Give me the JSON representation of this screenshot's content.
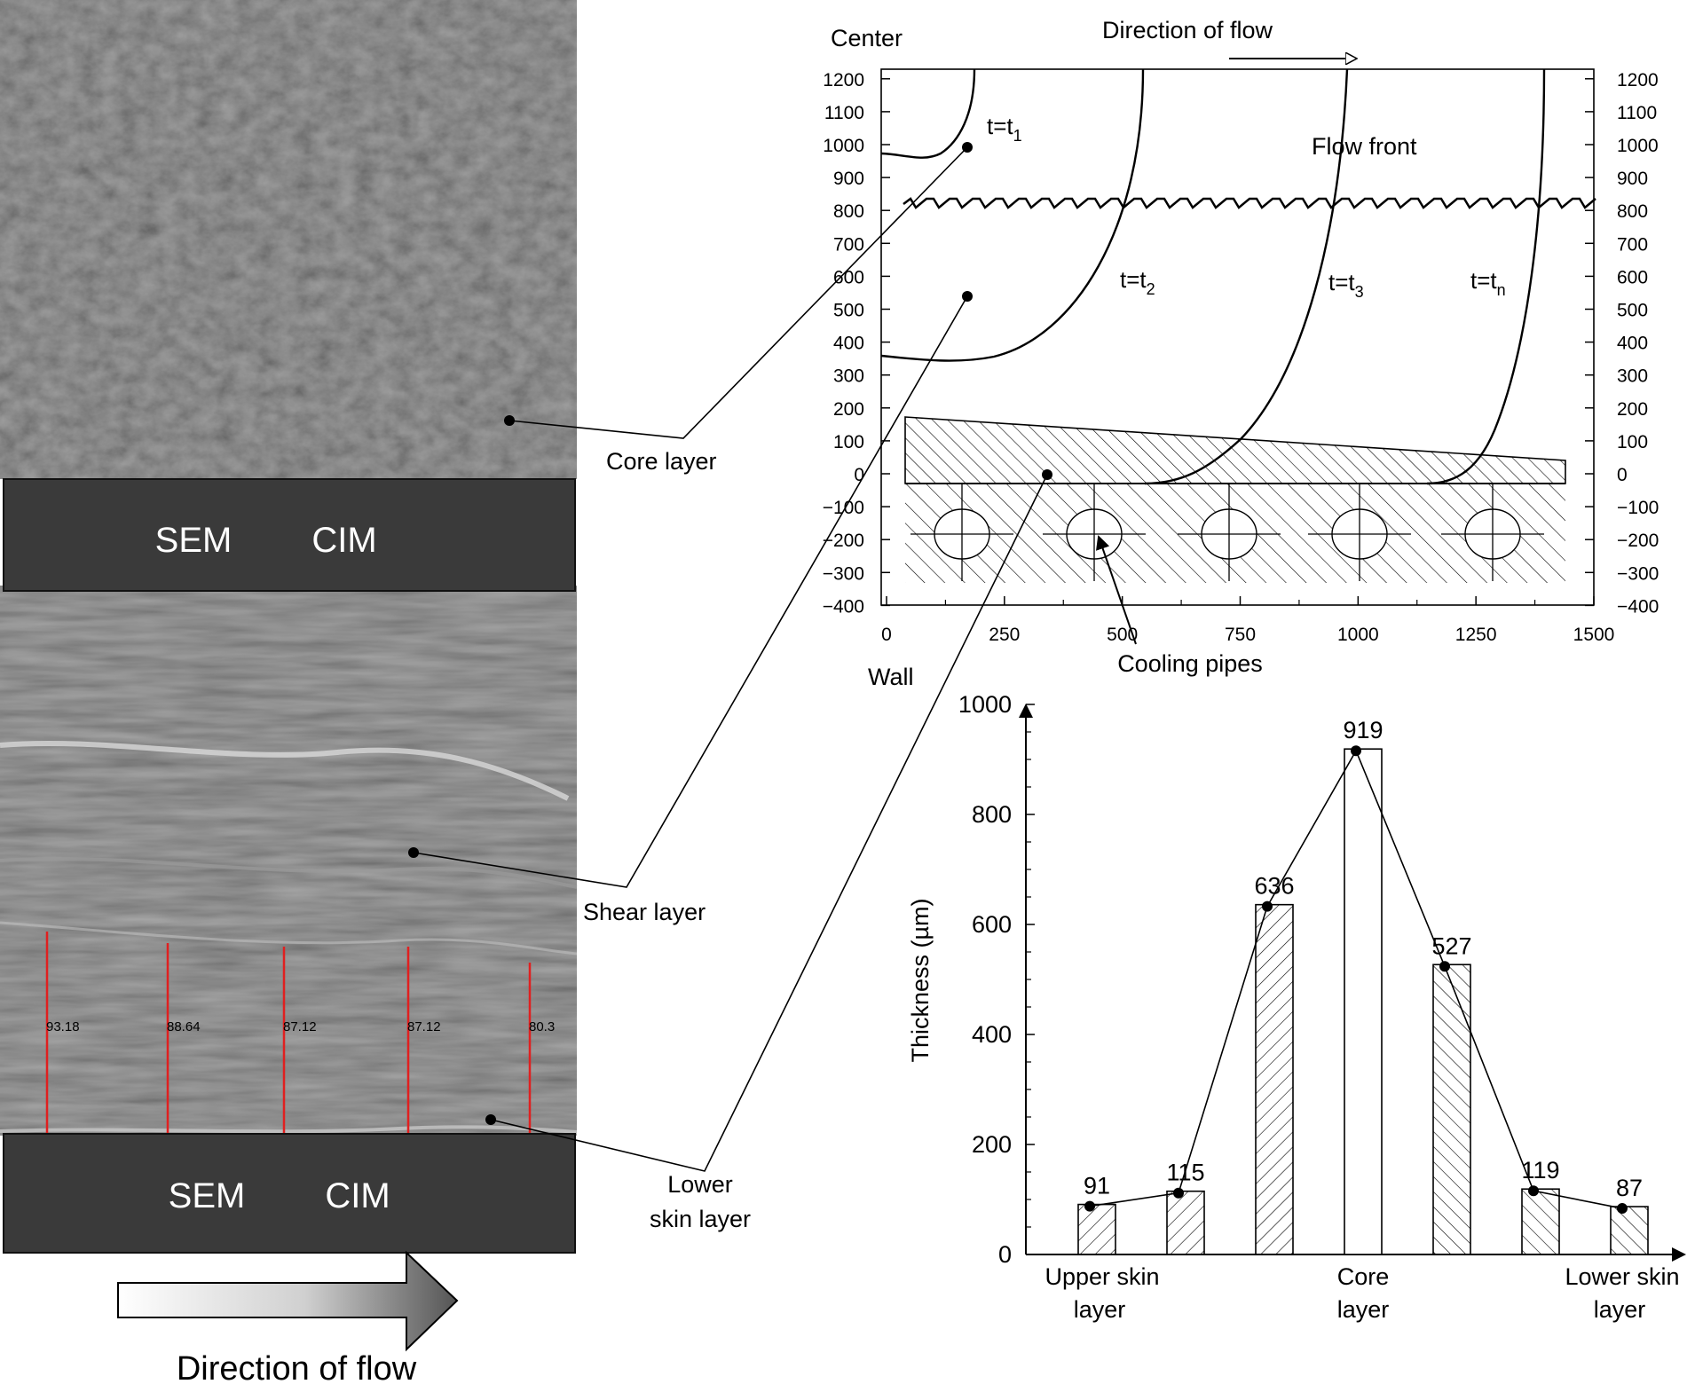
{
  "sem": {
    "banner_top": {
      "left": "SEM",
      "right": "CIM"
    },
    "banner_bottom": {
      "left": "SEM",
      "right": "CIM"
    },
    "measurements": [
      "93.18",
      "88.64",
      "87.12",
      "87.12",
      "80.3"
    ],
    "direction_label": "Direction of flow"
  },
  "callouts": {
    "core": "Core layer",
    "shear": "Shear layer",
    "lower_skin_line1": "Lower",
    "lower_skin_line2": "skin layer"
  },
  "flow_chart": {
    "center_label": "Center",
    "wall_label": "Wall",
    "direction_label": "Direction of flow",
    "flow_front_label": "Flow front",
    "cooling_pipes_label": "Cooling pipes",
    "curve_labels": [
      {
        "base": "t=t",
        "sub": "1"
      },
      {
        "base": "t=t",
        "sub": "2"
      },
      {
        "base": "t=t",
        "sub": "3"
      },
      {
        "base": "t=t",
        "sub": "n"
      }
    ],
    "x_ticks": [
      "0",
      "250",
      "500",
      "750",
      "1000",
      "1250",
      "1500"
    ],
    "y_ticks": [
      "1200",
      "1100",
      "1000",
      "900",
      "800",
      "700",
      "600",
      "500",
      "400",
      "300",
      "200",
      "100",
      "0",
      "−100",
      "−200",
      "−300",
      "−400"
    ],
    "xlim": [
      0,
      1500
    ],
    "ylim": [
      -400,
      1200
    ]
  },
  "chart_data": {
    "type": "bar",
    "ylabel": "Thickness (µm)",
    "ylim": [
      0,
      1000
    ],
    "y_ticks": [
      "0",
      "200",
      "400",
      "600",
      "800",
      "1000"
    ],
    "values": [
      91,
      115,
      636,
      919,
      527,
      119,
      87
    ],
    "value_labels": [
      "91",
      "115",
      "636",
      "919",
      "527",
      "119",
      "87"
    ],
    "category_labels": [
      {
        "line1": "Upper skin",
        "line2": "layer"
      },
      {
        "line1": "Core",
        "line2": "layer"
      },
      {
        "line1": "Lower skin",
        "line2": "layer"
      }
    ]
  }
}
